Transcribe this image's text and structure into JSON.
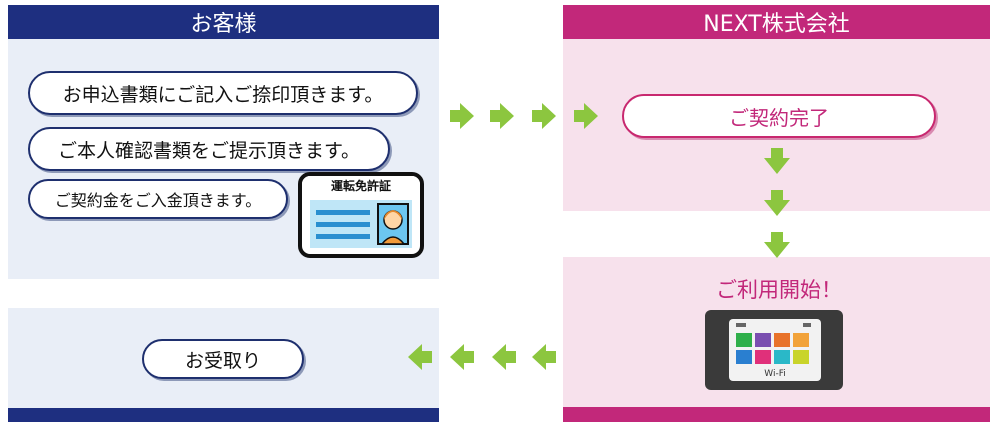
{
  "customer": {
    "title": "お客様",
    "steps": [
      "お申込書類にご記入ご捺印頂きます。",
      "ご本人確認書類をご提示頂きます。",
      "ご契約金をご入金頂きます。"
    ],
    "receive": "お受取り",
    "license_card_title": "運転免許証"
  },
  "company": {
    "title": "NEXT株式会社",
    "contract_done": "ご契約完了",
    "start_use": "ご利用開始！",
    "device_label": "Wi-Fi"
  },
  "colors": {
    "navy": "#1e2f80",
    "customer_bg": "#e9eef7",
    "magenta": "#c2287a",
    "company_bg": "#f7e1ec",
    "arrow_green": "#8cc63f"
  },
  "icons": [
    "license-card-icon",
    "wifi-router-icon",
    "arrow-right-icon",
    "arrow-down-icon",
    "arrow-left-icon"
  ]
}
